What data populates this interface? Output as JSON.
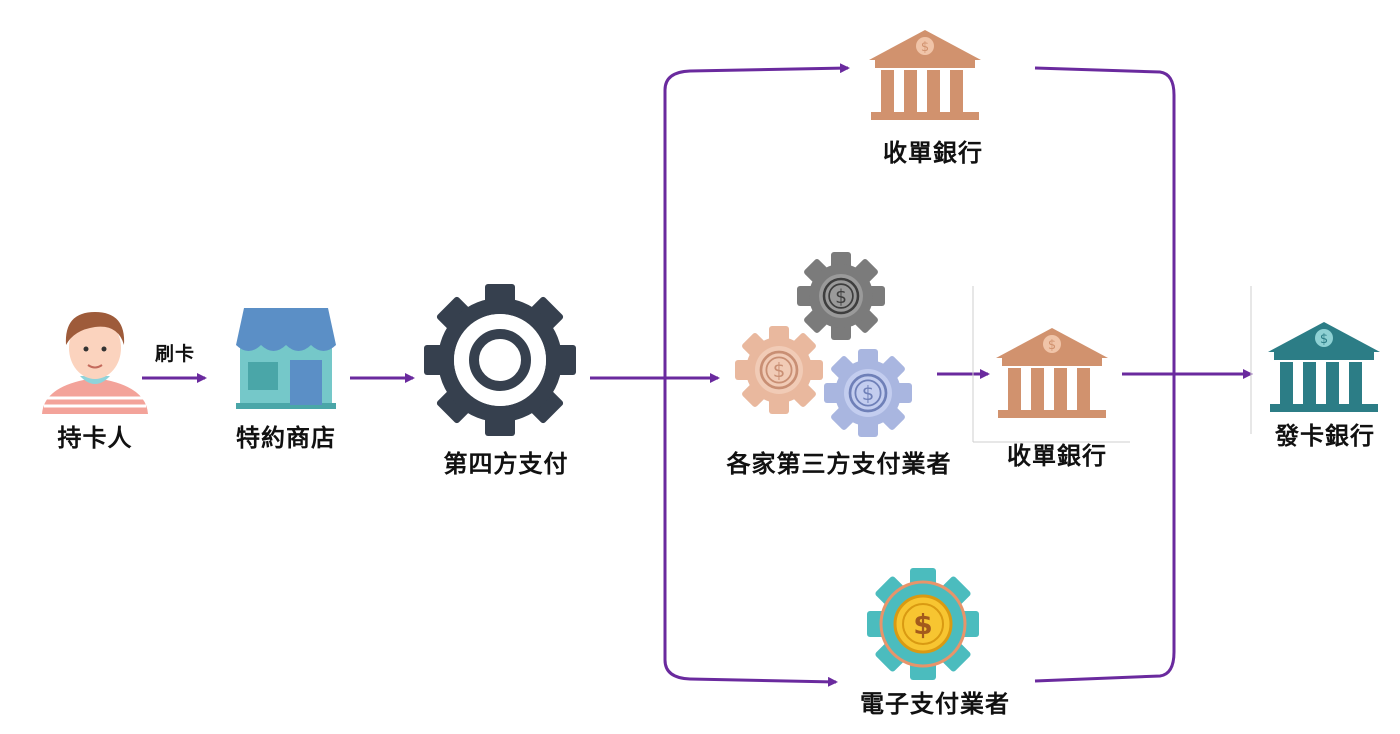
{
  "nodes": {
    "cardholder": {
      "label": "持卡人",
      "icon": "person-icon"
    },
    "merchant": {
      "label": "特約商店",
      "icon": "storefront-icon"
    },
    "fourth_party": {
      "label": "第四方支付",
      "icon": "gear-icon"
    },
    "third_party": {
      "label": "各家第三方支付業者",
      "icon": "dollar-gears-icon"
    },
    "acquirer_top": {
      "label": "收單銀行",
      "icon": "bank-icon"
    },
    "acquirer_mid": {
      "label": "收單銀行",
      "icon": "bank-icon"
    },
    "issuer": {
      "label": "發卡銀行",
      "icon": "bank-icon"
    },
    "e_payment": {
      "label": "電子支付業者",
      "icon": "dollar-gear-icon"
    }
  },
  "edges": {
    "swipe": {
      "label": "刷卡"
    }
  },
  "colors": {
    "arrow": "#6a2a9e",
    "bank_brown": "#d1926e",
    "bank_teal": "#2c7d86",
    "gear_dark": "#36404e",
    "store_roof": "#5b8fc6",
    "store_body": "#75c8c9"
  }
}
